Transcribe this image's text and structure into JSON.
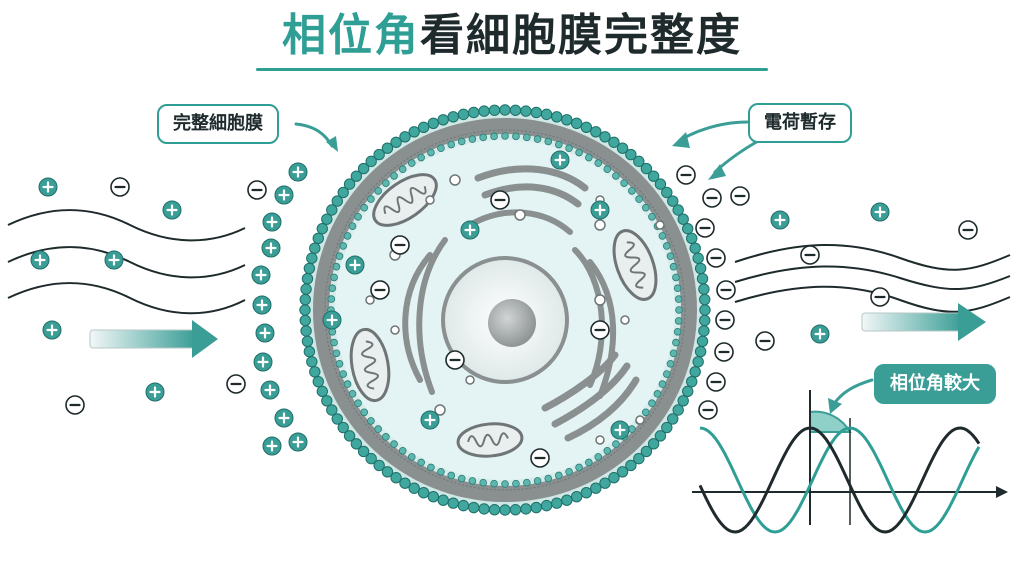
{
  "title": {
    "accent": "相位角",
    "rest": "看細胞膜完整度"
  },
  "labels": {
    "intact_membrane": "完整細胞膜",
    "charge_storage": "電荷暫存",
    "larger_phase_angle": "相位角較大"
  },
  "colors": {
    "teal": "#2f9e95",
    "teal_light": "#8fd0c9",
    "dark": "#1e2a2c",
    "membrane_gray": "#8a8f90",
    "cytoplasm": "#e4f3f3"
  },
  "icons": {
    "positive_charge": "plus-circle-icon",
    "negative_charge": "minus-circle-icon",
    "flow_arrow": "right-arrow-icon"
  }
}
